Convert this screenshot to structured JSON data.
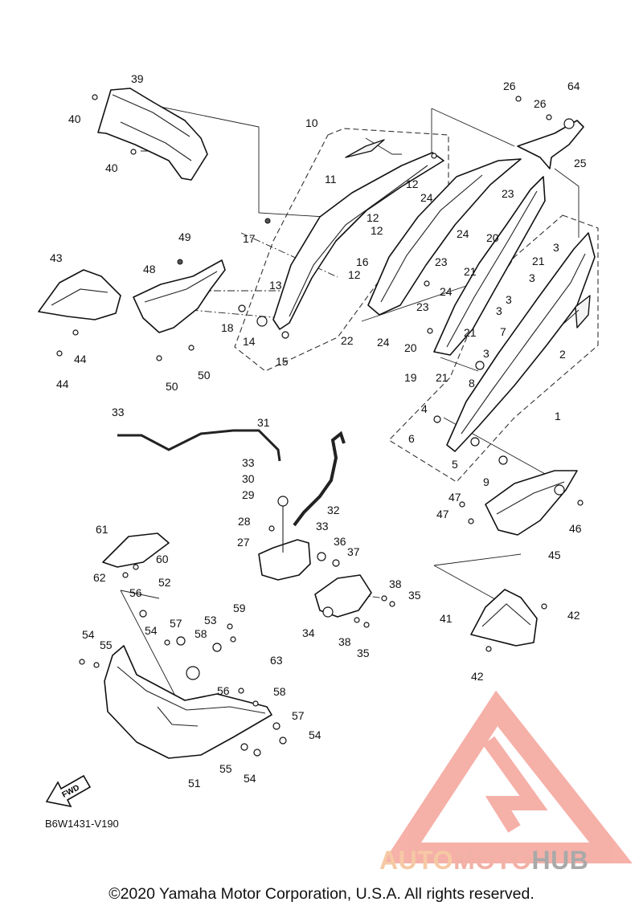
{
  "diagram": {
    "code": "B6W1431-V190",
    "fwd_label": "FWD",
    "copyright": "©2020 Yamaha Motor Corporation, U.S.A. All rights reserved.",
    "watermark": {
      "part1": "AUTO",
      "part2": "MOTO",
      "part3": "HUB",
      "logo": "automotohub-triangle-logo",
      "colors": {
        "auto": "#f6c9a5",
        "moto": "#f2b1a6",
        "hub": "#a9a9a9",
        "logo": "#f4a39a"
      }
    }
  },
  "callouts": [
    {
      "n": "39"
    },
    {
      "n": "40"
    },
    {
      "n": "40"
    },
    {
      "n": "10"
    },
    {
      "n": "11"
    },
    {
      "n": "26"
    },
    {
      "n": "64"
    },
    {
      "n": "26"
    },
    {
      "n": "25"
    },
    {
      "n": "12"
    },
    {
      "n": "24"
    },
    {
      "n": "23"
    },
    {
      "n": "12"
    },
    {
      "n": "12"
    },
    {
      "n": "17"
    },
    {
      "n": "49"
    },
    {
      "n": "43"
    },
    {
      "n": "48"
    },
    {
      "n": "24"
    },
    {
      "n": "20"
    },
    {
      "n": "23"
    },
    {
      "n": "21"
    },
    {
      "n": "16"
    },
    {
      "n": "12"
    },
    {
      "n": "13"
    },
    {
      "n": "3"
    },
    {
      "n": "21"
    },
    {
      "n": "3"
    },
    {
      "n": "24"
    },
    {
      "n": "3"
    },
    {
      "n": "3"
    },
    {
      "n": "18"
    },
    {
      "n": "14"
    },
    {
      "n": "15"
    },
    {
      "n": "23"
    },
    {
      "n": "7"
    },
    {
      "n": "22"
    },
    {
      "n": "24"
    },
    {
      "n": "21"
    },
    {
      "n": "2"
    },
    {
      "n": "20"
    },
    {
      "n": "3"
    },
    {
      "n": "19"
    },
    {
      "n": "21"
    },
    {
      "n": "8"
    },
    {
      "n": "44"
    },
    {
      "n": "44"
    },
    {
      "n": "50"
    },
    {
      "n": "50"
    },
    {
      "n": "1"
    },
    {
      "n": "4"
    },
    {
      "n": "6"
    },
    {
      "n": "5"
    },
    {
      "n": "9"
    },
    {
      "n": "33"
    },
    {
      "n": "31"
    },
    {
      "n": "33"
    },
    {
      "n": "30"
    },
    {
      "n": "29"
    },
    {
      "n": "32"
    },
    {
      "n": "47"
    },
    {
      "n": "47"
    },
    {
      "n": "46"
    },
    {
      "n": "61"
    },
    {
      "n": "28"
    },
    {
      "n": "33"
    },
    {
      "n": "27"
    },
    {
      "n": "36"
    },
    {
      "n": "37"
    },
    {
      "n": "45"
    },
    {
      "n": "60"
    },
    {
      "n": "62"
    },
    {
      "n": "52"
    },
    {
      "n": "56"
    },
    {
      "n": "38"
    },
    {
      "n": "35"
    },
    {
      "n": "59"
    },
    {
      "n": "57"
    },
    {
      "n": "53"
    },
    {
      "n": "54"
    },
    {
      "n": "58"
    },
    {
      "n": "41"
    },
    {
      "n": "42"
    },
    {
      "n": "34"
    },
    {
      "n": "38"
    },
    {
      "n": "35"
    },
    {
      "n": "54"
    },
    {
      "n": "55"
    },
    {
      "n": "63"
    },
    {
      "n": "42"
    },
    {
      "n": "56"
    },
    {
      "n": "58"
    },
    {
      "n": "57"
    },
    {
      "n": "54"
    },
    {
      "n": "55"
    },
    {
      "n": "54"
    },
    {
      "n": "51"
    }
  ]
}
